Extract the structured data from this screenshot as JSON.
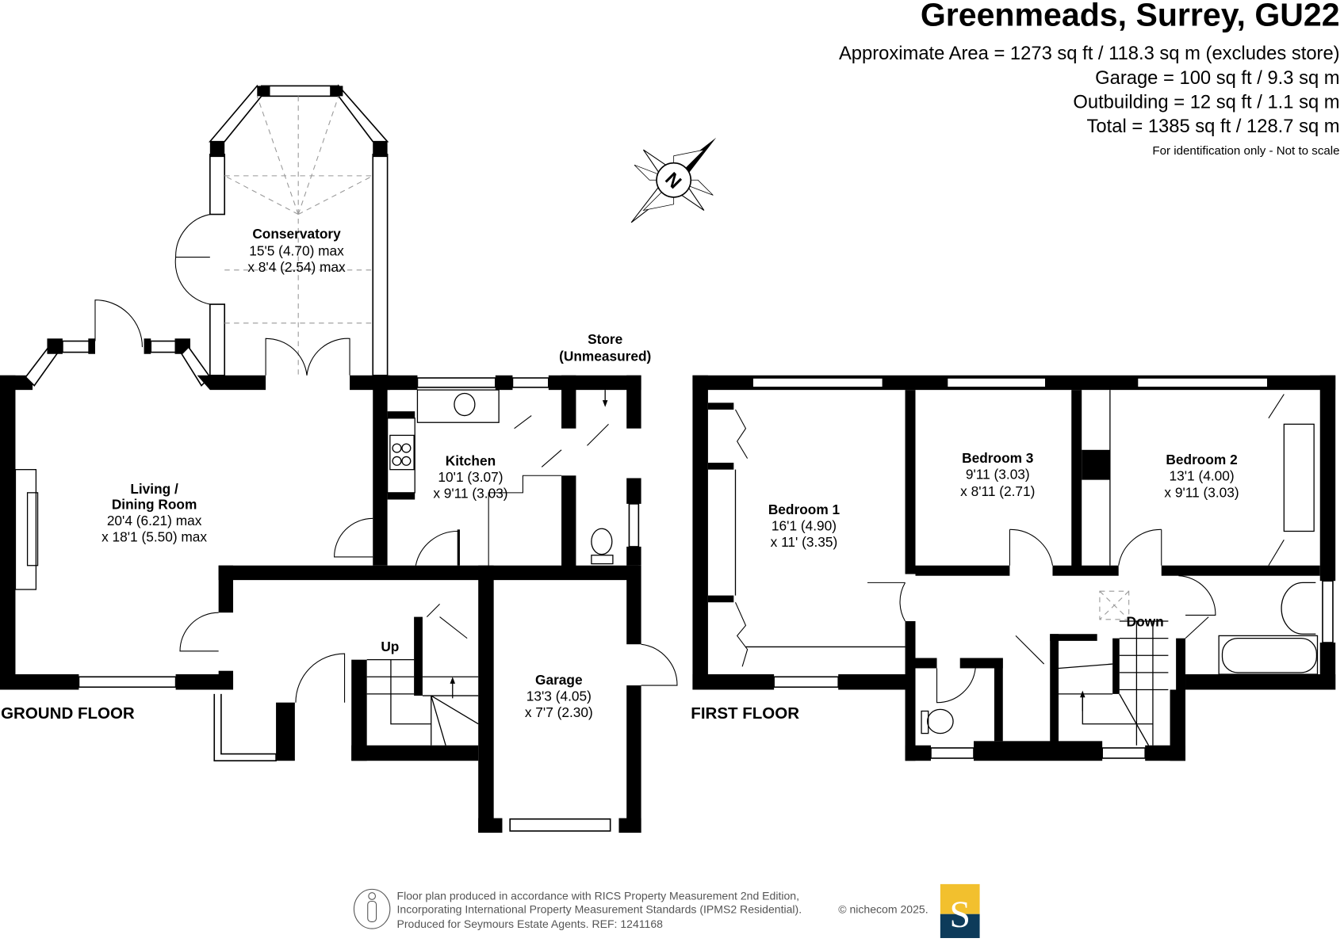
{
  "header": {
    "title": "Greenmeads, Surrey, GU22",
    "areas": [
      "Approximate Area = 1273 sq ft / 118.3 sq m (excludes store)",
      "Garage = 100 sq ft / 9.3 sq m",
      "Outbuilding = 12 sq ft / 1.1 sq m",
      "Total = 1385 sq ft / 128.7 sq m"
    ],
    "note": "For identification only - Not to scale"
  },
  "compass": {
    "label": "N"
  },
  "ground_floor": {
    "label": "GROUND FLOOR",
    "rooms": {
      "conservatory": {
        "name": "Conservatory",
        "dim1": "15'5 (4.70) max",
        "dim2": "x 8'4 (2.54) max"
      },
      "living": {
        "name1": "Living /",
        "name2": "Dining Room",
        "dim1": "20'4 (6.21) max",
        "dim2": "x 18'1 (5.50) max"
      },
      "kitchen": {
        "name": "Kitchen",
        "dim1": "10'1 (3.07)",
        "dim2": "x 9'11 (3.03)"
      },
      "store": {
        "name1": "Store",
        "name2": "(Unmeasured)"
      },
      "garage": {
        "name": "Garage",
        "dim1": "13'3 (4.05)",
        "dim2": "x 7'7 (2.30)"
      }
    },
    "stairs_label": "Up"
  },
  "first_floor": {
    "label": "FIRST FLOOR",
    "rooms": {
      "bedroom1": {
        "name": "Bedroom 1",
        "dim1": "16'1 (4.90)",
        "dim2": "x 11' (3.35)"
      },
      "bedroom3": {
        "name": "Bedroom 3",
        "dim1": "9'11 (3.03)",
        "dim2": "x 8'11 (2.71)"
      },
      "bedroom2": {
        "name": "Bedroom 2",
        "dim1": "13'1 (4.00)",
        "dim2": "x 9'11 (3.03)"
      }
    },
    "stairs_label": "Down"
  },
  "footer": {
    "lines": [
      "Floor plan produced in accordance with RICS Property Measurement 2nd Edition,",
      "Incorporating International Property Measurement Standards (IPMS2 Residential).",
      "Produced for Seymours Estate Agents.   REF: 1241168"
    ],
    "copyright": "© nichecom 2025.",
    "logo_letter": "S",
    "logo_colors": {
      "top": "#f2c02e",
      "bottom": "#0d3b5a"
    }
  }
}
